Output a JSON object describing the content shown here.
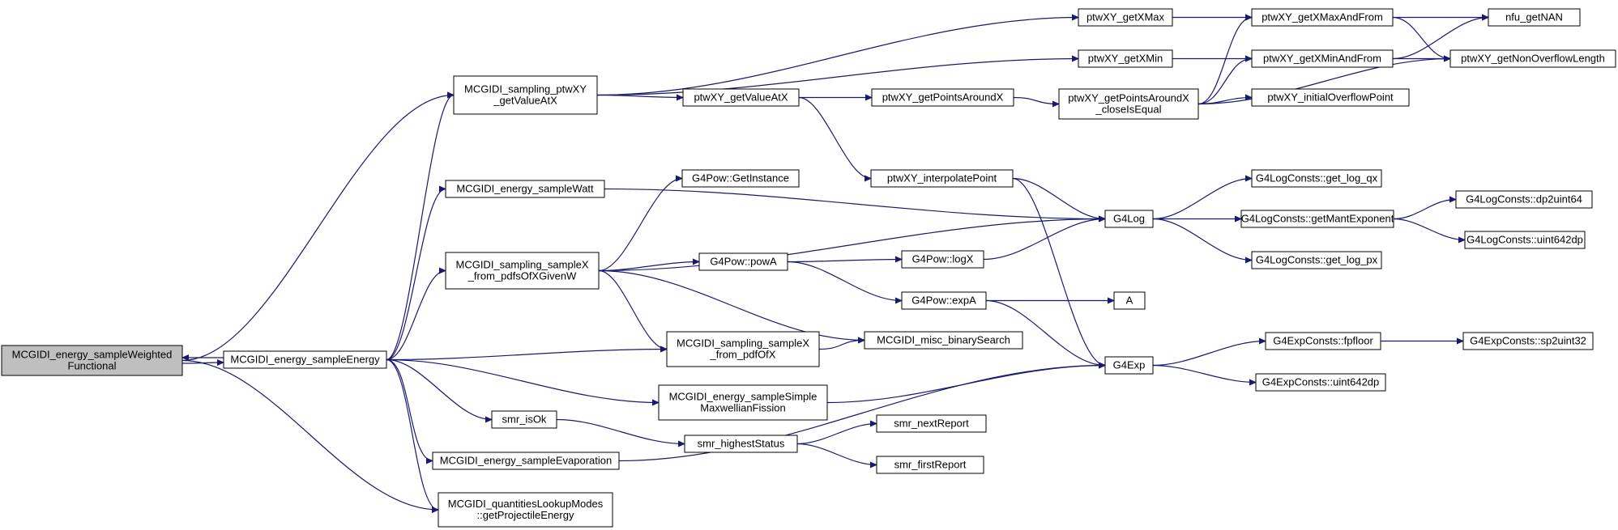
{
  "colors": {
    "edge": "#191970",
    "root_fill": "#bfbfbf",
    "node_fill": "#ffffff",
    "border": "#000000"
  },
  "nodes": [
    {
      "id": "root",
      "lines": [
        "MCGIDI_energy_sampleWeighted",
        "Functional"
      ]
    },
    {
      "id": "sampleEnergy",
      "lines": [
        "MCGIDI_energy_sampleEnergy"
      ]
    },
    {
      "id": "ptwxyGetValueAtX",
      "lines": [
        "MCGIDI_sampling_ptwXY",
        "_getValueAtX"
      ]
    },
    {
      "id": "sampleWatt",
      "lines": [
        "MCGIDI_energy_sampleWatt"
      ]
    },
    {
      "id": "sampleXfromPdfs",
      "lines": [
        "MCGIDI_sampling_sampleX",
        "_from_pdfsOfXGivenW"
      ]
    },
    {
      "id": "smrIsOk",
      "lines": [
        "smr_isOk"
      ]
    },
    {
      "id": "sampleEvaporation",
      "lines": [
        "MCGIDI_energy_sampleEvaporation"
      ]
    },
    {
      "id": "quantitiesLookup",
      "lines": [
        "MCGIDI_quantitiesLookupModes",
        "::getProjectileEnergy"
      ]
    },
    {
      "id": "getXMax",
      "lines": [
        "ptwXY_getXMax"
      ]
    },
    {
      "id": "getXMin",
      "lines": [
        "ptwXY_getXMin"
      ]
    },
    {
      "id": "getValueAtX",
      "lines": [
        "ptwXY_getValueAtX"
      ]
    },
    {
      "id": "g4powGetInstance",
      "lines": [
        "G4Pow::GetInstance"
      ]
    },
    {
      "id": "g4powPowA",
      "lines": [
        "G4Pow::powA"
      ]
    },
    {
      "id": "sampleXfromPdf",
      "lines": [
        "MCGIDI_sampling_sampleX",
        "_from_pdfOfX"
      ]
    },
    {
      "id": "sampleSimpleMaxwellian",
      "lines": [
        "MCGIDI_energy_sampleSimple",
        "MaxwellianFission"
      ]
    },
    {
      "id": "smrHighestStatus",
      "lines": [
        "smr_highestStatus"
      ]
    },
    {
      "id": "getPointsAroundX",
      "lines": [
        "ptwXY_getPointsAroundX"
      ]
    },
    {
      "id": "interpolatePoint",
      "lines": [
        "ptwXY_interpolatePoint"
      ]
    },
    {
      "id": "g4powLogX",
      "lines": [
        "G4Pow::logX"
      ]
    },
    {
      "id": "g4powExpA",
      "lines": [
        "G4Pow::expA"
      ]
    },
    {
      "id": "miscBinarySearch",
      "lines": [
        "MCGIDI_misc_binarySearch"
      ]
    },
    {
      "id": "smrNextReport",
      "lines": [
        "smr_nextReport"
      ]
    },
    {
      "id": "smrFirstReport",
      "lines": [
        "smr_firstReport"
      ]
    },
    {
      "id": "getPointsAroundXClose",
      "lines": [
        "ptwXY_getPointsAroundX",
        "_closeIsEqual"
      ]
    },
    {
      "id": "getXMaxAndFrom",
      "lines": [
        "ptwXY_getXMaxAndFrom"
      ]
    },
    {
      "id": "getXMinAndFrom",
      "lines": [
        "ptwXY_getXMinAndFrom"
      ]
    },
    {
      "id": "initialOverflowPoint",
      "lines": [
        "ptwXY_initialOverflowPoint"
      ]
    },
    {
      "id": "g4log",
      "lines": [
        "G4Log"
      ]
    },
    {
      "id": "a",
      "lines": [
        "A"
      ]
    },
    {
      "id": "g4exp",
      "lines": [
        "G4Exp"
      ]
    },
    {
      "id": "nfuGetNAN",
      "lines": [
        "nfu_getNAN"
      ]
    },
    {
      "id": "getNonOverflowLength",
      "lines": [
        "ptwXY_getNonOverflowLength"
      ]
    },
    {
      "id": "getLogQx",
      "lines": [
        "G4LogConsts::get_log_qx"
      ]
    },
    {
      "id": "getMantExponent",
      "lines": [
        "G4LogConsts::getMantExponent"
      ]
    },
    {
      "id": "getLogPx",
      "lines": [
        "G4LogConsts::get_log_px"
      ]
    },
    {
      "id": "fpfloor",
      "lines": [
        "G4ExpConsts::fpfloor"
      ]
    },
    {
      "id": "expUint642dp",
      "lines": [
        "G4ExpConsts::uint642dp"
      ]
    },
    {
      "id": "dp2uint64",
      "lines": [
        "G4LogConsts::dp2uint64"
      ]
    },
    {
      "id": "logUint642dp",
      "lines": [
        "G4LogConsts::uint642dp"
      ]
    },
    {
      "id": "sp2uint32",
      "lines": [
        "G4ExpConsts::sp2uint32"
      ]
    }
  ],
  "edges": [
    [
      "root",
      "sampleEnergy"
    ],
    [
      "sampleEnergy",
      "root"
    ],
    [
      "root",
      "ptwxyGetValueAtX"
    ],
    [
      "root",
      "quantitiesLookup"
    ],
    [
      "sampleEnergy",
      "ptwxyGetValueAtX"
    ],
    [
      "sampleEnergy",
      "sampleWatt"
    ],
    [
      "sampleEnergy",
      "sampleXfromPdfs"
    ],
    [
      "sampleEnergy",
      "sampleXfromPdf"
    ],
    [
      "sampleEnergy",
      "sampleSimpleMaxwellian"
    ],
    [
      "sampleEnergy",
      "smrIsOk"
    ],
    [
      "sampleEnergy",
      "sampleEvaporation"
    ],
    [
      "sampleEnergy",
      "quantitiesLookup"
    ],
    [
      "ptwxyGetValueAtX",
      "getXMax"
    ],
    [
      "ptwxyGetValueAtX",
      "getXMin"
    ],
    [
      "ptwxyGetValueAtX",
      "getValueAtX"
    ],
    [
      "sampleWatt",
      "g4log"
    ],
    [
      "sampleXfromPdfs",
      "g4powGetInstance"
    ],
    [
      "sampleXfromPdfs",
      "g4log"
    ],
    [
      "sampleXfromPdfs",
      "g4powPowA"
    ],
    [
      "sampleXfromPdfs",
      "sampleXfromPdf"
    ],
    [
      "sampleXfromPdfs",
      "miscBinarySearch"
    ],
    [
      "smrIsOk",
      "smrHighestStatus"
    ],
    [
      "sampleEvaporation",
      "g4exp"
    ],
    [
      "getXMax",
      "getXMaxAndFrom"
    ],
    [
      "getXMin",
      "getXMinAndFrom"
    ],
    [
      "getValueAtX",
      "getPointsAroundX"
    ],
    [
      "getValueAtX",
      "interpolatePoint"
    ],
    [
      "g4powPowA",
      "g4powLogX"
    ],
    [
      "g4powPowA",
      "g4powExpA"
    ],
    [
      "sampleXfromPdf",
      "miscBinarySearch"
    ],
    [
      "sampleSimpleMaxwellian",
      "g4exp"
    ],
    [
      "smrHighestStatus",
      "smrNextReport"
    ],
    [
      "smrHighestStatus",
      "smrFirstReport"
    ],
    [
      "getPointsAroundX",
      "getPointsAroundXClose"
    ],
    [
      "interpolatePoint",
      "g4log"
    ],
    [
      "interpolatePoint",
      "g4exp"
    ],
    [
      "g4powLogX",
      "g4log"
    ],
    [
      "g4powExpA",
      "a"
    ],
    [
      "g4powExpA",
      "g4exp"
    ],
    [
      "getPointsAroundXClose",
      "getXMaxAndFrom"
    ],
    [
      "getPointsAroundXClose",
      "getXMinAndFrom"
    ],
    [
      "getPointsAroundXClose",
      "initialOverflowPoint"
    ],
    [
      "getPointsAroundXClose",
      "getNonOverflowLength"
    ],
    [
      "getXMaxAndFrom",
      "nfuGetNAN"
    ],
    [
      "getXMaxAndFrom",
      "getNonOverflowLength"
    ],
    [
      "getXMinAndFrom",
      "nfuGetNAN"
    ],
    [
      "getXMinAndFrom",
      "getNonOverflowLength"
    ],
    [
      "g4log",
      "getLogQx"
    ],
    [
      "g4log",
      "getMantExponent"
    ],
    [
      "g4log",
      "getLogPx"
    ],
    [
      "g4exp",
      "fpfloor"
    ],
    [
      "g4exp",
      "expUint642dp"
    ],
    [
      "getMantExponent",
      "dp2uint64"
    ],
    [
      "getMantExponent",
      "logUint642dp"
    ],
    [
      "fpfloor",
      "sp2uint32"
    ]
  ]
}
